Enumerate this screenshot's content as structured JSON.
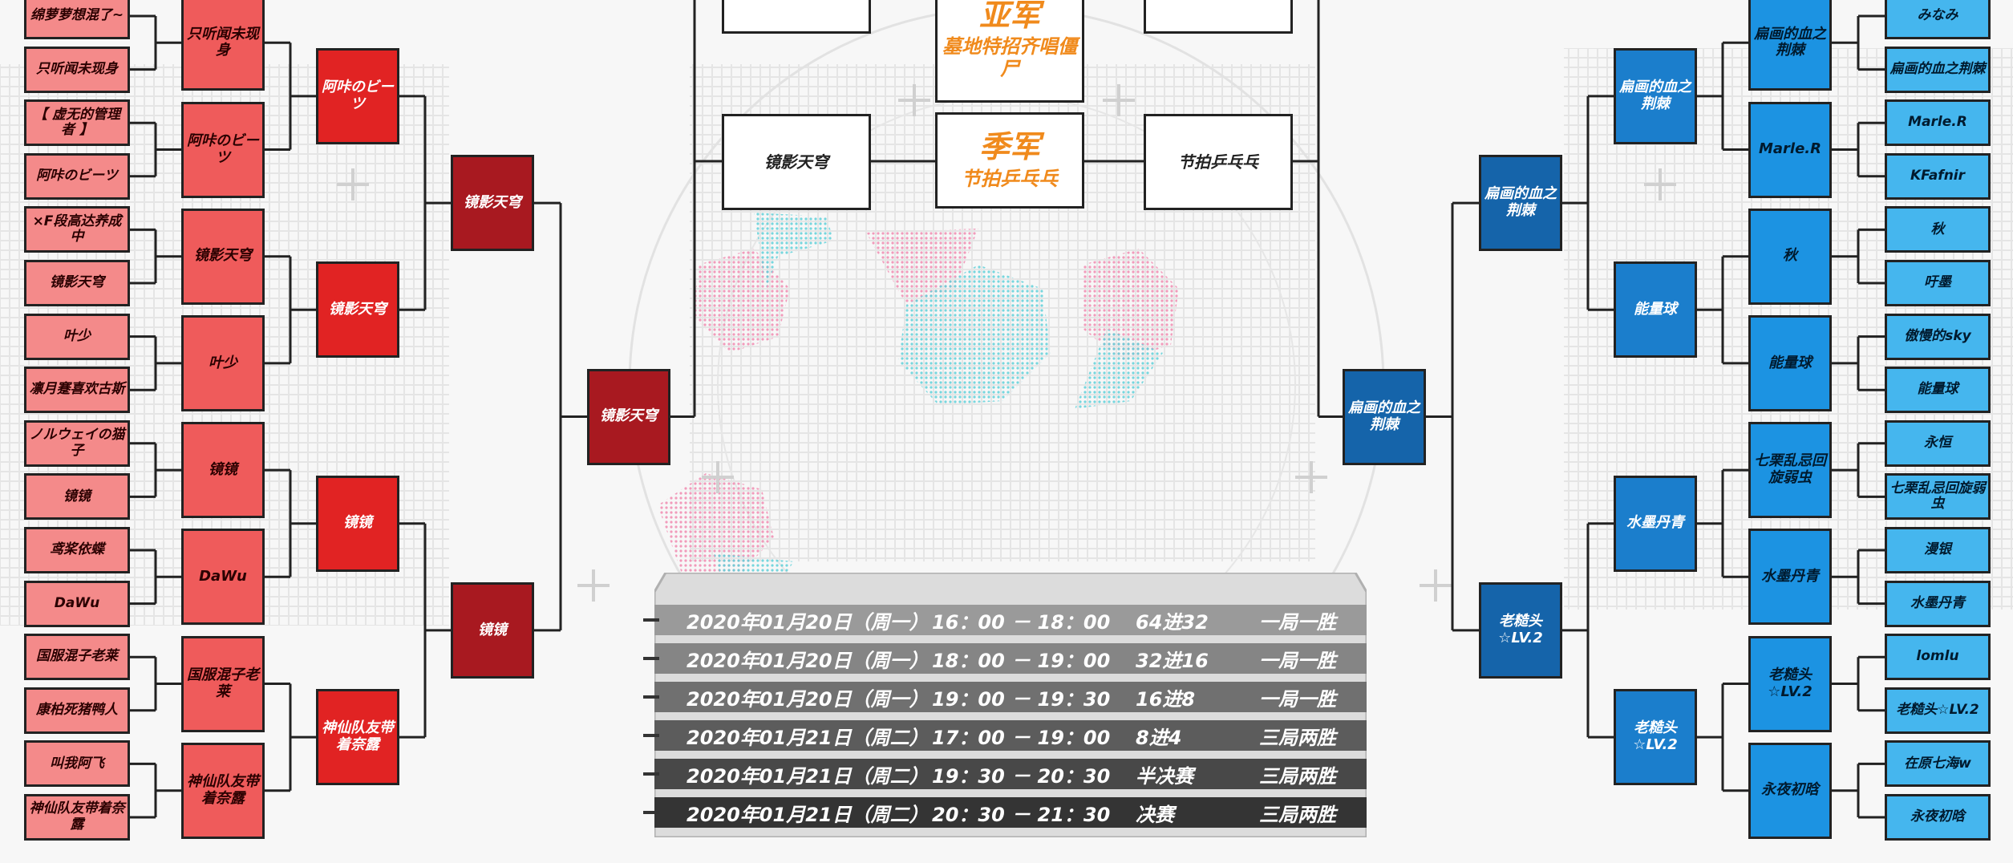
{
  "bracket": {
    "left_r1": [
      "绵萝萝想混了~",
      "只听闻未现身",
      "【 虚无的管理者 】",
      "阿咔のビーツ",
      "×F段高达养成中",
      "镜影天穹",
      "叶少",
      "凛月蹇喜欢古斯",
      "ノルウェイの猫子",
      "镜镜",
      "鸢桨依蝶",
      "DaWu",
      "国服混子老莱",
      "康柏死猪鸭人",
      "叫我阿飞",
      "神仙队友带着奈露"
    ],
    "left_r2": [
      "只听闻未现身",
      "阿咔のビーツ",
      "镜影天穹",
      "叶少",
      "镜镜",
      "DaWu",
      "国服混子老莱",
      "神仙队友带着奈露"
    ],
    "left_r3": [
      "阿咔のビーツ",
      "镜影天穹",
      "镜镜",
      "神仙队友带着奈露"
    ],
    "left_r4": [
      "镜影天穹",
      "镜镜"
    ],
    "left_r5": [
      "镜影天穹"
    ],
    "right_r1": [
      "みなみ",
      "扁画的血之荆棘",
      "Marle.R",
      "KFafnir",
      "秋",
      "吁墨",
      "傲慢的sky",
      "能量球",
      "永恒",
      "七栗乱忌回旋弱虫",
      "漫银",
      "水墨丹青",
      "lomlu",
      "老糙头☆LV.2",
      "在原七海w",
      "永夜初晗"
    ],
    "right_r2": [
      "扁画的血之荆棘",
      "Marle.R",
      "秋",
      "能量球",
      "七栗乱忌回旋弱虫",
      "水墨丹青",
      "老糙头☆LV.2",
      "永夜初晗"
    ],
    "right_r3": [
      "扁画的血之荆棘",
      "能量球",
      "水墨丹青",
      "老糙头☆LV.2"
    ],
    "right_r4": [
      "扁画的血之荆棘",
      "老糙头☆LV.2"
    ],
    "right_r5": [
      "扁画的血之荆棘"
    ]
  },
  "finals": {
    "second_place_title": "亚军",
    "second_place_name": "墓地特招齐唱僵尸",
    "third_place_title": "季军",
    "third_place_name": "节拍乒乓乓",
    "third_left": "镜影天穹",
    "third_right": "节拍乒乓乓"
  },
  "schedule": [
    {
      "date": "2020年01月20日（周一）",
      "time": "16：00 － 18：00",
      "round": "64进32",
      "format": "一局一胜"
    },
    {
      "date": "2020年01月20日（周一）",
      "time": "18：00 － 19：00",
      "round": "32进16",
      "format": "一局一胜"
    },
    {
      "date": "2020年01月20日（周一）",
      "time": "19：00 － 19：30",
      "round": "16进8",
      "format": "一局一胜"
    },
    {
      "date": "2020年01月21日（周二）",
      "time": "17：00 － 19：00",
      "round": "8进4",
      "format": "三局两胜"
    },
    {
      "date": "2020年01月21日（周二）",
      "time": "19：30 － 20：30",
      "round": "半决赛",
      "format": "三局两胜"
    },
    {
      "date": "2020年01月21日（周二）",
      "time": "20：30 － 21：30",
      "round": "决赛",
      "format": "三局两胜"
    }
  ],
  "colors": {
    "red_r1": "#f48a8a",
    "red_r2": "#ef5b5b",
    "red_r3": "#e12323",
    "red_r4": "#a81920",
    "blue_r1": "#45b6ee",
    "blue_r2": "#1c93e2",
    "blue_r3": "#1b7ecc",
    "blue_r4": "#1564aa",
    "medal_text": "#f08a1c",
    "schedule_rows": [
      "#9a9a9a",
      "#858585",
      "#707070",
      "#5c5c5c",
      "#484848",
      "#343434"
    ]
  }
}
